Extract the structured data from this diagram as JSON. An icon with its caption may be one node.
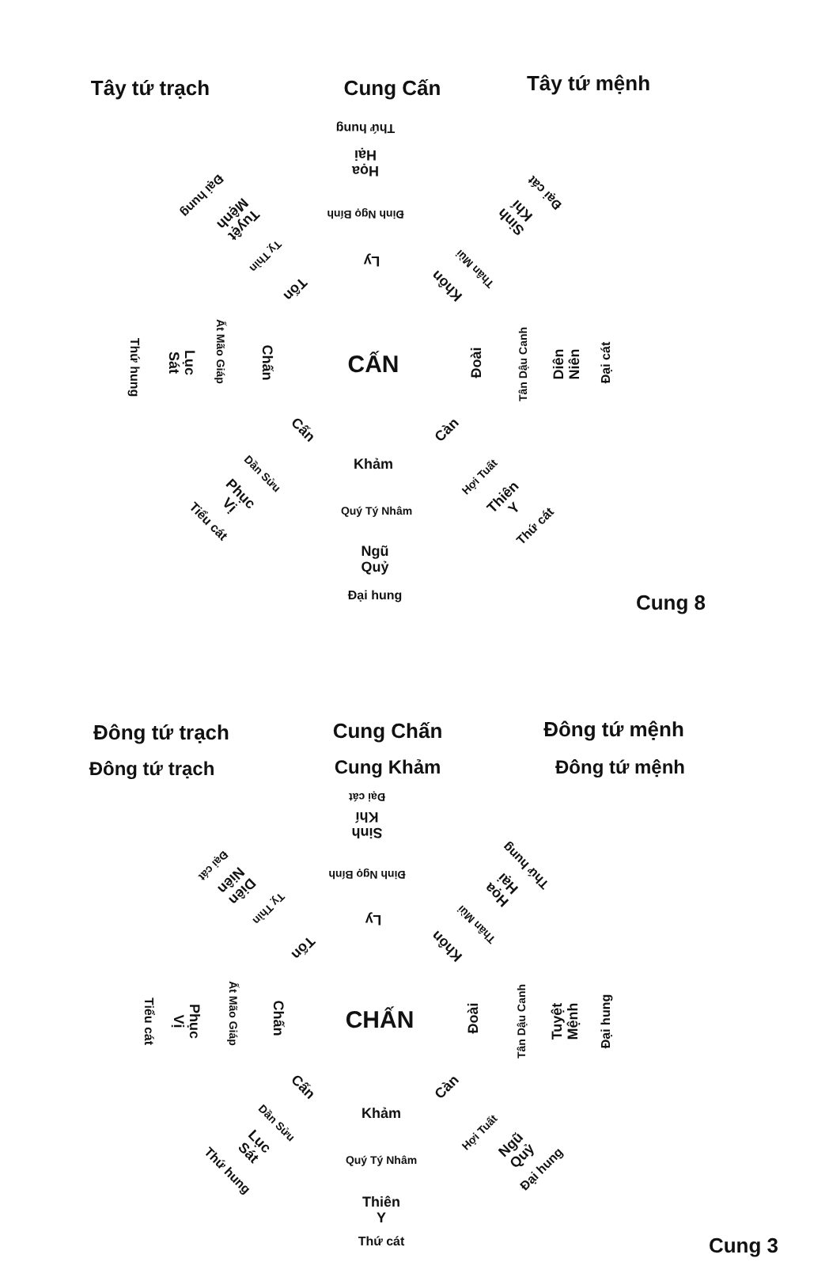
{
  "diagram": {
    "labels": [
      "Tây tứ trạch",
      "Cung Cấn",
      "Tây tứ mệnh",
      "Thứ hung",
      "Họa Hại",
      "Đại hung",
      "Tuyệt Mệnh",
      "Đinh Ngọ Bính",
      "Sinh Khí",
      "Đại cát",
      "Tỵ Thìn",
      "Thân Mùi",
      "Ly",
      "Tốn",
      "Khôn",
      "Thứ hung",
      "Lục Sát",
      "Ất Mão Giáp",
      "Chấn",
      "CẤN",
      "Đoài",
      "Tân Dậu Canh",
      "Diên Niên",
      "Đại cát",
      "Cấn",
      "Càn",
      "Khảm",
      "Dần Sửu",
      "Hợi Tuất",
      "Phục Vị",
      "Thiên Y",
      "Quý Tý Nhâm",
      "Tiểu cát",
      "Thứ cát",
      "Ngũ Quỷ",
      "Đại hung",
      "Cung 8",
      "Đông tứ trạch",
      "Cung Chấn",
      "Đông tứ mệnh",
      "Đông tứ trạch",
      "Cung Khảm",
      "Đông tứ mệnh",
      "Đại cát",
      "Sinh Khí",
      "Đại cát",
      "Diên Niên",
      "Đinh Ngọ Bính",
      "Thứ hung",
      "Họa Hại",
      "Tỵ Thìn",
      "Thân Mùi",
      "Ly",
      "Tốn",
      "Khôn",
      "Tiểu cát",
      "Phục Vị",
      "Ất Mão Giáp",
      "Chấn",
      "CHẤN",
      "Đoài",
      "Tân Dậu Canh",
      "Tuyệt Mệnh",
      "Đại hung",
      "Cấn",
      "Càn",
      "Khảm",
      "Dần Sửu",
      "Lục Sát",
      "Hợi Tuất",
      "Ngũ Quỷ",
      "Thứ hung",
      "Quý Tý Nhâm",
      "Đại hung",
      "Thiên Y",
      "Thứ cát",
      "Cung 3"
    ]
  }
}
